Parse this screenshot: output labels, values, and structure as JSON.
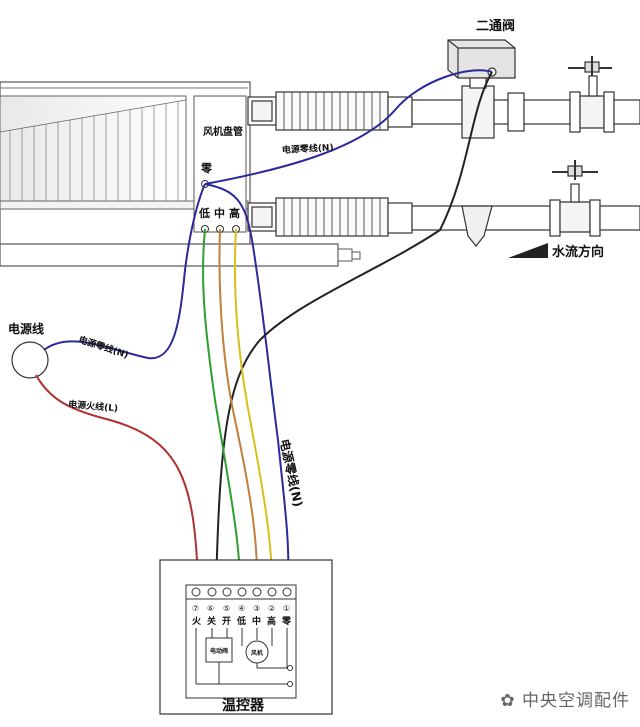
{
  "labels": {
    "valve": "二通阀",
    "fan_coil": "风机盘管",
    "neutral_node": "零",
    "speed_low": "低",
    "speed_mid": "中",
    "speed_high": "高",
    "neutral_upper": "电源零线(N)",
    "power_source": "电源线",
    "neutral_lower": "电源零线(N)",
    "live_wire": "电源火线(L)",
    "neutral_vertical": "电源零线(N)",
    "water_flow": "水流方向",
    "thermostat": "温控器",
    "watermark": "中央空调配件"
  },
  "terminals": {
    "numbers": [
      "⑦",
      "⑥",
      "⑤",
      "④",
      "③",
      "②",
      "①"
    ],
    "names": [
      "火",
      "关",
      "开",
      "低",
      "中",
      "高",
      "零"
    ]
  },
  "inner": {
    "valve_box": "电动阀",
    "motor": "风机"
  },
  "colors": {
    "live": "#b03030",
    "neutral": "#2a2a9a",
    "valve_wire": "#222222",
    "low": "#2e9e2e",
    "mid": "#c0803a",
    "high": "#d8c01a",
    "pipe": "#333333"
  }
}
